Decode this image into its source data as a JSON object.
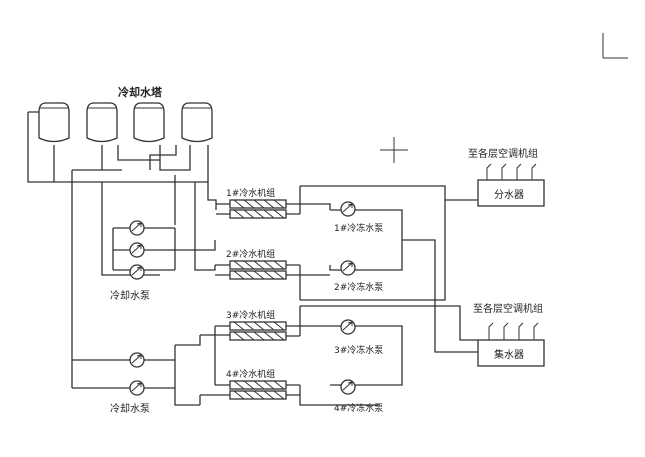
{
  "cooling_tower_title": "冷却水塔",
  "cooling_pump_group_top_label": "冷却水泵",
  "cooling_pump_group_bottom_label": "冷却水泵",
  "chillers": [
    {
      "label": "1#冷水机组"
    },
    {
      "label": "2#冷水机组"
    },
    {
      "label": "3#冷水机组"
    },
    {
      "label": "4#冷水机组"
    }
  ],
  "chilled_pumps": [
    {
      "label": "1#冷冻水泵"
    },
    {
      "label": "2#冷冻水泵"
    },
    {
      "label": "3#冷冻水泵"
    },
    {
      "label": "4#冷冻水泵"
    }
  ],
  "supply_header": {
    "label": "分水器",
    "to_units_label": "至各层空调机组"
  },
  "return_header": {
    "label": "集水器",
    "to_units_label": "至各层空调机组"
  },
  "icons": {
    "pump": "pump-icon",
    "tower": "cooling-tower-icon",
    "chiller": "chiller-icon",
    "crosshair": "crosshair-icon"
  },
  "colors": {
    "line": "#333333",
    "background": "#ffffff"
  }
}
